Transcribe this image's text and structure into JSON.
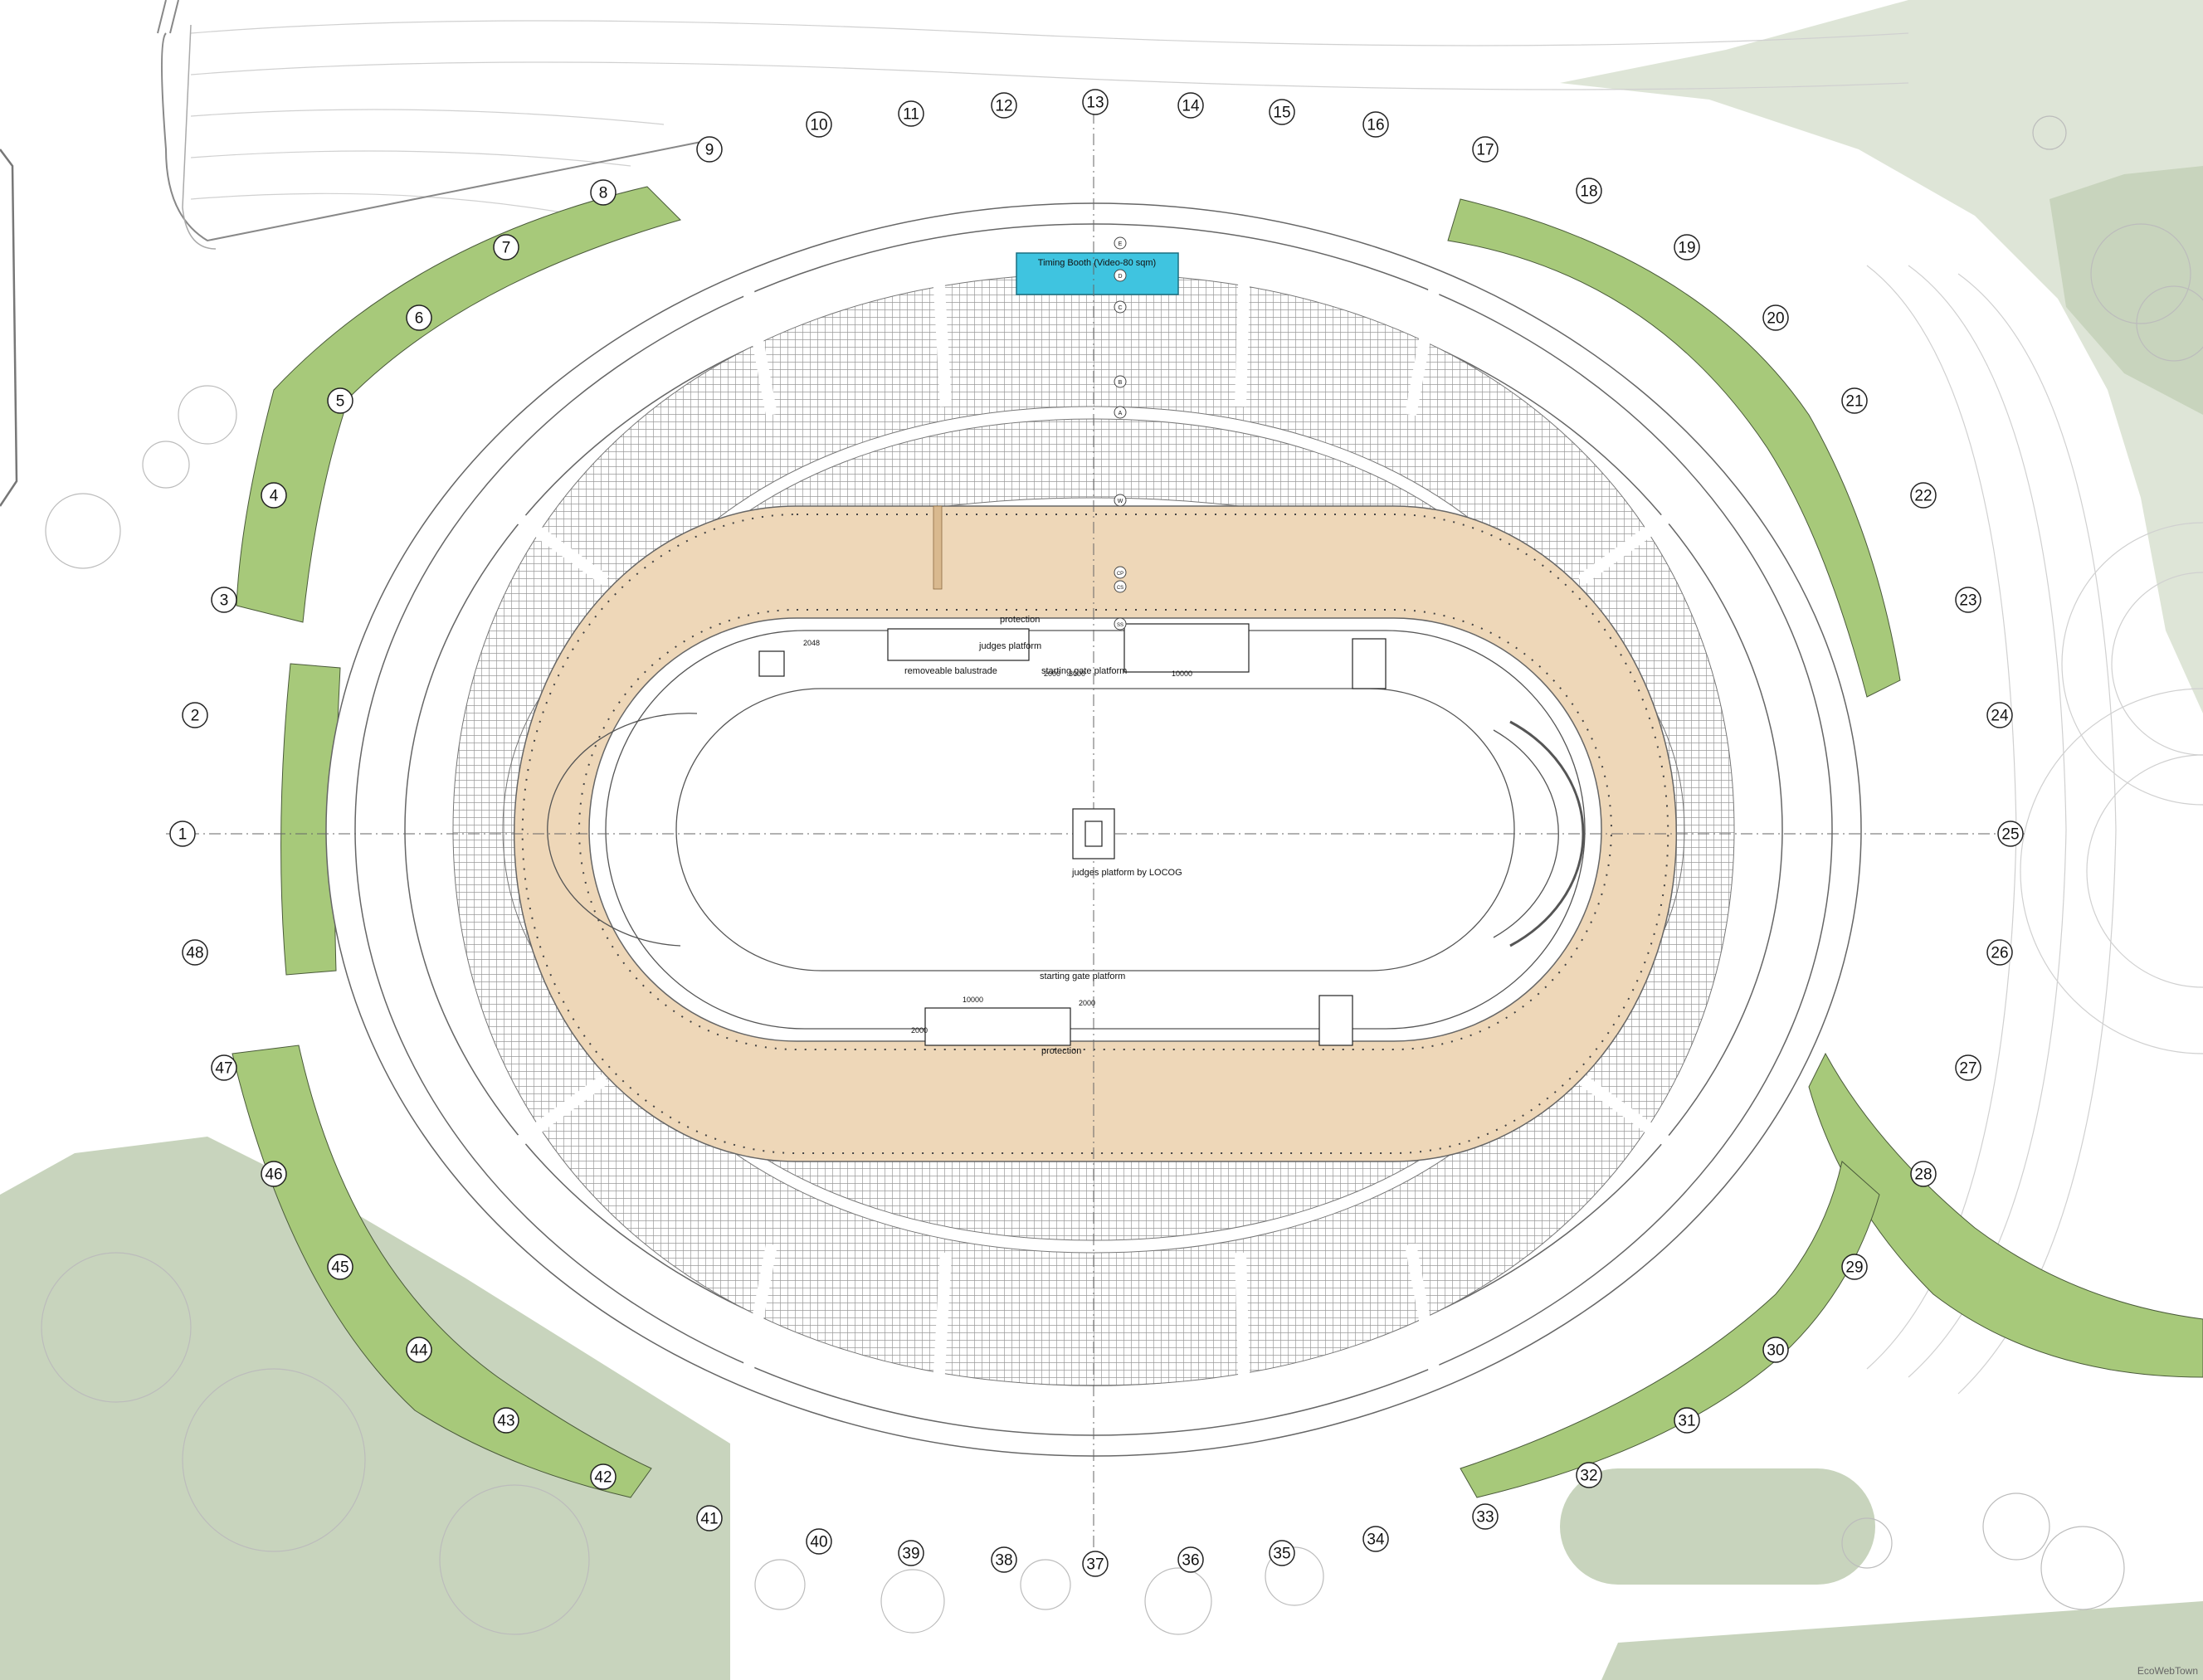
{
  "axis_numbers": [
    "1",
    "2",
    "3",
    "4",
    "5",
    "6",
    "7",
    "8",
    "9",
    "10",
    "11",
    "12",
    "13",
    "14",
    "15",
    "16",
    "17",
    "18",
    "19",
    "20",
    "21",
    "22",
    "23",
    "24",
    "25",
    "26",
    "27",
    "28",
    "29",
    "30",
    "31",
    "32",
    "33",
    "34",
    "35",
    "36",
    "37",
    "38",
    "39",
    "40",
    "41",
    "42",
    "43",
    "44",
    "45",
    "46",
    "47",
    "48"
  ],
  "annotations": {
    "timing_booth": "Timing Booth (Video-80 sqm)",
    "protection_top": "protection",
    "judges_platform": "judges platform",
    "removable_balustrade": "removeable balustrade",
    "starting_gate_top": "starting gate platform",
    "judges_platform_center": "judges platform by LOCOG",
    "starting_gate_bottom": "starting gate platform",
    "protection_bottom": "protection"
  },
  "dimensions": {
    "d_2000_top": "2000",
    "d_3000": "3000",
    "d_10000_top": "10000",
    "d_10000_bottom": "10000",
    "d_2000_bottom": "2000",
    "d_2000_side": "2000",
    "d_2048": "2048"
  },
  "grid_letters": [
    "E",
    "D",
    "C",
    "B",
    "A",
    "W",
    "CP",
    "CS",
    "SS"
  ],
  "watermark": "EcoWebTown",
  "colors": {
    "green_planting": "#a7c97a",
    "grey_green_landscape": "#c8d4bd",
    "track_surface": "#eed7b8",
    "timing_booth": "#3fc4e0",
    "linework": "#555555"
  }
}
